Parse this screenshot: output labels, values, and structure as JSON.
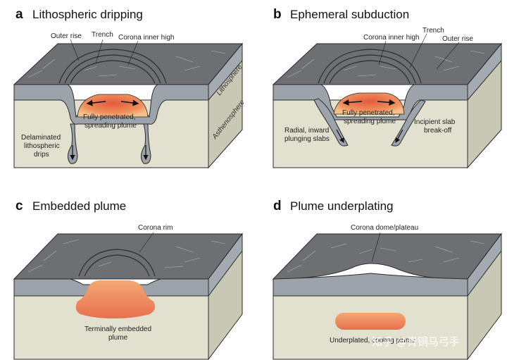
{
  "figure": {
    "panels": [
      {
        "letter": "a",
        "title": "Lithospheric dripping",
        "labels": {
          "outer_rise": "Outer rise",
          "trench": "Trench",
          "corona_inner_high": "Corona inner high",
          "plume_line1": "Fully penetrated,",
          "plume_line2": "spreading plume",
          "drips_line1": "Delaminated",
          "drips_line2": "lithospheric",
          "drips_line3": "drips",
          "lithosphere": "Lithosphere",
          "asthenosphere": "Asthenosphere"
        }
      },
      {
        "letter": "b",
        "title": "Ephemeral subduction",
        "labels": {
          "corona_inner_high": "Corona inner high",
          "trench": "Trench",
          "outer_rise": "Outer rise",
          "plume_line1": "Fully penetrated,",
          "plume_line2": "spreading plume",
          "slabs_line1": "Radial, inward",
          "slabs_line2": "plunging slabs",
          "breakoff_line1": "Incipient slab",
          "breakoff_line2": "break-off"
        }
      },
      {
        "letter": "c",
        "title": "Embedded plume",
        "labels": {
          "corona_rim": "Corona rim",
          "plume_line1": "Terminally embedded",
          "plume_line2": "plume"
        }
      },
      {
        "letter": "d",
        "title": "Plume underplating",
        "labels": {
          "dome": "Corona dome/plateau",
          "plume_line1": "Underplated, cooling plume"
        }
      }
    ],
    "watermark": "知乎 @青铜马弓手",
    "colors": {
      "top_surface": "#6e6f73",
      "lithosphere": "#9da3aa",
      "asthenosphere_front": "#e2e1cf",
      "asthenosphere_side": "#c9c8b5",
      "plume_core": "#e86a46",
      "plume_edge": "#f3b27e",
      "outline": "#2a2a2a"
    }
  }
}
